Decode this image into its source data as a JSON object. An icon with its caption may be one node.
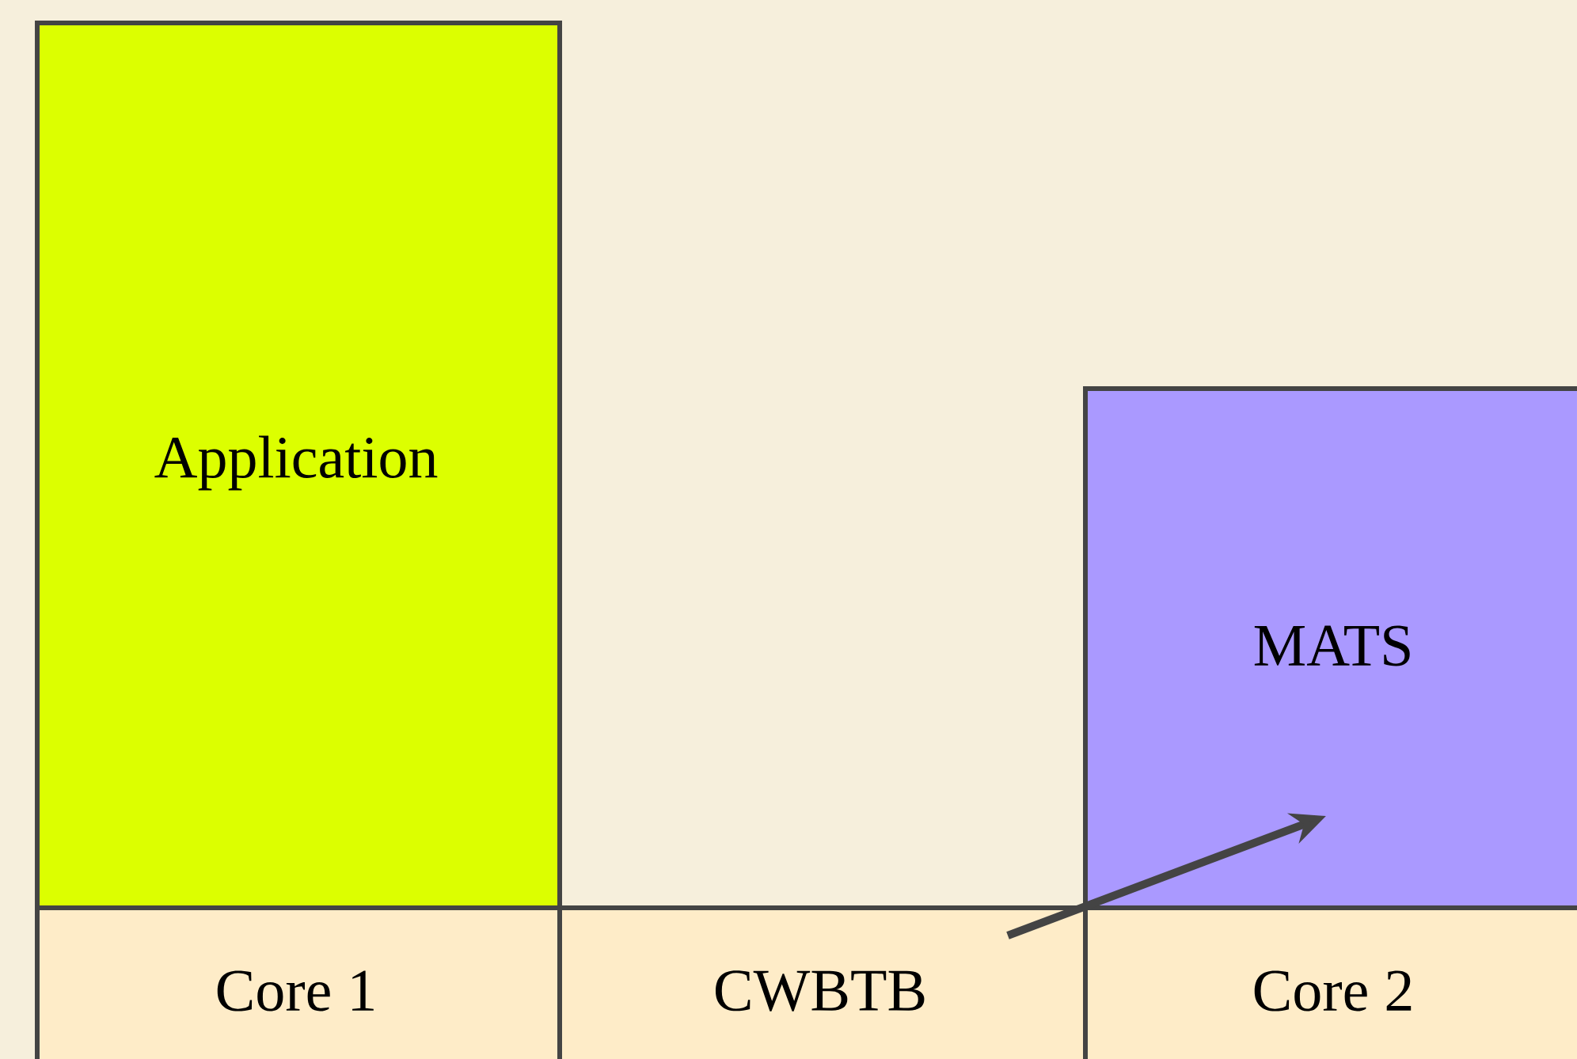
{
  "diagram": {
    "nodes": [
      {
        "text": [
          "Application"
        ]
      },
      {
        "text": [
          "MATS"
        ]
      },
      {
        "text": [
          "Core 1"
        ]
      },
      {
        "text": [
          "CWBTB"
        ]
      },
      {
        "text": [
          "Core 2"
        ]
      }
    ],
    "edges": [
      {
        "from": 3,
        "to": 1,
        "arrow": "to"
      }
    ]
  }
}
